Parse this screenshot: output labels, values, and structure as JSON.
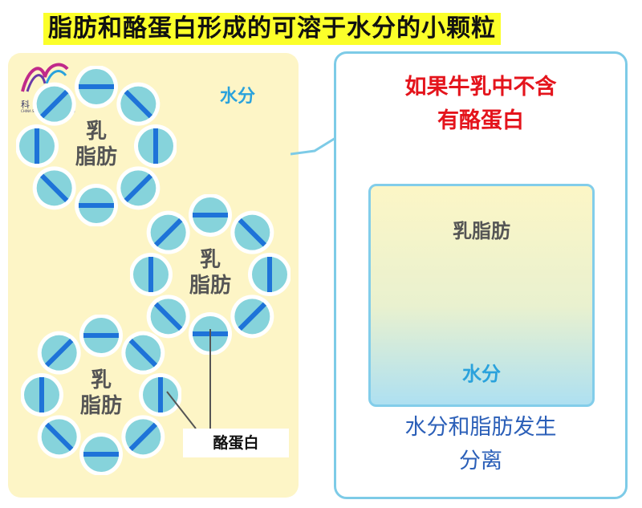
{
  "title": "脂肪和酪蛋白形成的可溶于水分的小颗粒",
  "logo": {
    "name": "科普中国",
    "name_en": "CHINA SCIENCE COMMUNICATION"
  },
  "left_panel": {
    "water_label": "水分",
    "particle_label_line1": "乳",
    "particle_label_line2": "脂肪",
    "casein_label": "酪蛋白"
  },
  "right_panel": {
    "heading_line1": "如果牛乳中不含",
    "heading_line2": "有酪蛋白",
    "glass_fat_label": "乳脂肪",
    "glass_water_label": "水分",
    "result_line1": "水分和脂肪发生",
    "result_line2": "分离"
  },
  "colors": {
    "title_highlight": "#fbff2a",
    "panel_cream": "#fdf5c6",
    "bead_cyan": "#86d3db",
    "casein_blue": "#1e73d8",
    "water_blue": "#2aa2dc",
    "heading_red": "#e4141c",
    "result_blue": "#2b5fb8"
  }
}
